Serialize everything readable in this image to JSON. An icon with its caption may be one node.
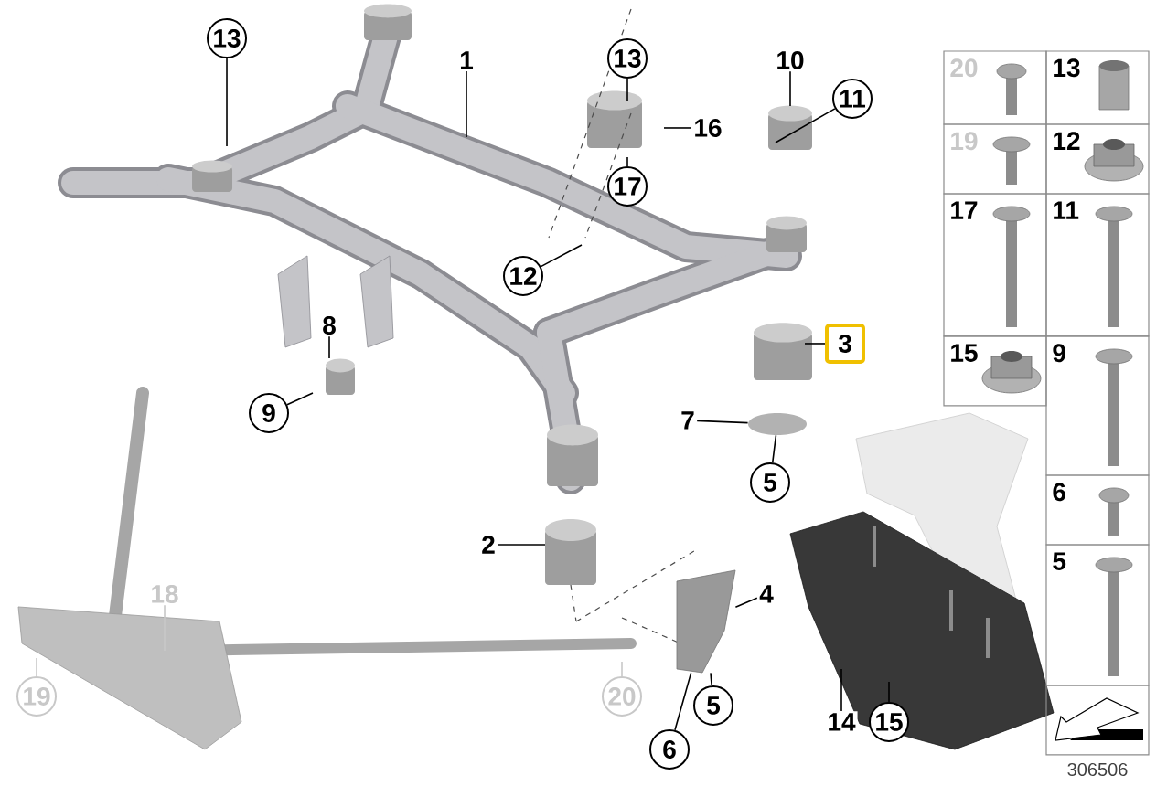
{
  "diagram": {
    "nodes": [
      {
        "text": [
          "13"
        ]
      },
      {
        "text": [
          "1"
        ]
      },
      {
        "text": [
          "13"
        ]
      },
      {
        "text": [
          "10"
        ]
      },
      {
        "text": [
          "11"
        ]
      },
      {
        "text": [
          "16"
        ]
      },
      {
        "text": [
          "17"
        ]
      },
      {
        "text": [
          "12"
        ]
      },
      {
        "text": [
          "8"
        ]
      },
      {
        "text": [
          "3"
        ]
      },
      {
        "text": [
          "9"
        ]
      },
      {
        "text": [
          "7"
        ]
      },
      {
        "text": [
          "5"
        ]
      },
      {
        "text": [
          "2"
        ]
      },
      {
        "text": [
          "4"
        ]
      },
      {
        "text": [
          "18"
        ]
      },
      {
        "text": [
          "19"
        ]
      },
      {
        "text": [
          "20"
        ]
      },
      {
        "text": [
          "5"
        ]
      },
      {
        "text": [
          "14"
        ]
      },
      {
        "text": [
          "15"
        ]
      },
      {
        "text": [
          "6"
        ]
      },
      {
        "text": [],
        "shape": "circle"
      },
      {
        "text": [],
        "shape": "picture"
      }
    ],
    "edges": [
      {
        "from": 0,
        "to": null,
        "arrow": "none"
      },
      {
        "from": 1,
        "to": null,
        "arrow": "none"
      },
      {
        "from": 2,
        "to": null,
        "arrow": "none"
      },
      {
        "from": 3,
        "to": null,
        "arrow": "none"
      },
      {
        "from": 4,
        "to": null,
        "arrow": "none"
      },
      {
        "from": 5,
        "to": null,
        "arrow": "none"
      },
      {
        "from": 6,
        "to": null,
        "arrow": "none"
      },
      {
        "from": 7,
        "to": null,
        "arrow": "none"
      },
      {
        "from": 8,
        "to": null,
        "arrow": "none"
      },
      {
        "from": 9,
        "to": null,
        "arrow": "none"
      },
      {
        "from": 10,
        "to": null,
        "arrow": "none"
      },
      {
        "from": 11,
        "to": 22,
        "arrow": "none"
      },
      {
        "from": 12,
        "to": 22,
        "arrow": "none"
      },
      {
        "from": 13,
        "to": null,
        "arrow": "none"
      },
      {
        "from": 14,
        "to": 23,
        "arrow": "none"
      },
      {
        "from": 15,
        "to": null,
        "arrow": "none",
        "color": "#c8c8c8"
      },
      {
        "from": 16,
        "to": null,
        "arrow": "none",
        "color": "#c8c8c8"
      },
      {
        "from": 17,
        "to": null,
        "arrow": "none",
        "color": "#c8c8c8"
      },
      {
        "from": 18,
        "to": 23,
        "arrow": "none"
      },
      {
        "from": 19,
        "to": null,
        "arrow": "none"
      },
      {
        "from": 20,
        "to": null,
        "arrow": "none"
      },
      {
        "from": 21,
        "to": 23,
        "arrow": "none"
      }
    ],
    "labels": [
      "20",
      "13",
      "19",
      "12",
      "17",
      "11",
      "15",
      "9",
      "6",
      "5",
      "306506"
    ]
  }
}
